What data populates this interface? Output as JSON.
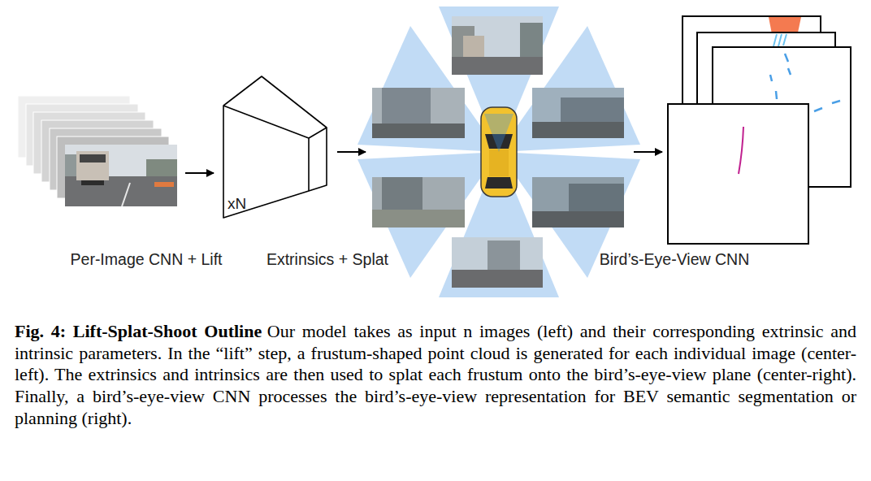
{
  "diagram": {
    "title": "Fig. 4: Lift-Splat-Shoot Outline",
    "caption": "Our model takes as input n images (left) and their corresponding extrinsic and intrinsic parameters. In the “lift” step, a frustum-shaped point cloud is generated for each individual image (center-left). The extrinsics and intrinsics are then used to splat each frustum onto the bird’s-eye-view plane (center-right). Finally, a bird’s-eye-view CNN processes the bird’s-eye-view representation for BEV semantic segmentation or planning (right).",
    "nodes": [
      {
        "text": [
          "xN"
        ]
      }
    ],
    "labels": [
      "Per-Image CNN + Lift",
      "Extrinsics + Splat",
      "Bird’s-Eye-View CNN"
    ]
  }
}
